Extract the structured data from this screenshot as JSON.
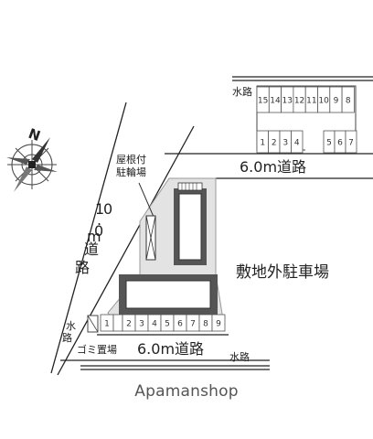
{
  "map": {
    "compass_letter": "N",
    "top_water_label": "水路",
    "top_parking_top_row": [
      "15",
      "14",
      "13",
      "12",
      "11",
      "10",
      "9",
      "8"
    ],
    "top_parking_bottom_left": [
      "1",
      "2",
      "3",
      "4"
    ],
    "top_parking_bottom_right": [
      "5",
      "6",
      "7"
    ],
    "top_road_label": "6.0m道路",
    "bicycle_label_line1": "屋根付",
    "bicycle_label_line2": "駐輪場",
    "diagonal_road_label": [
      "1",
      "0",
      ".",
      "0",
      "m",
      "道",
      "路"
    ],
    "offsite_parking_label": "敷地外駐車場",
    "site_parking_numbers": [
      "1",
      "2",
      "3",
      "4",
      "5",
      "6",
      "7",
      "8",
      "9"
    ],
    "left_water_label": [
      "水",
      "路"
    ],
    "garbage_label": "ゴミ置場",
    "bottom_road_label": "6.0m道路",
    "bottom_water_label": "水路"
  },
  "watermark": "Apamanshop"
}
